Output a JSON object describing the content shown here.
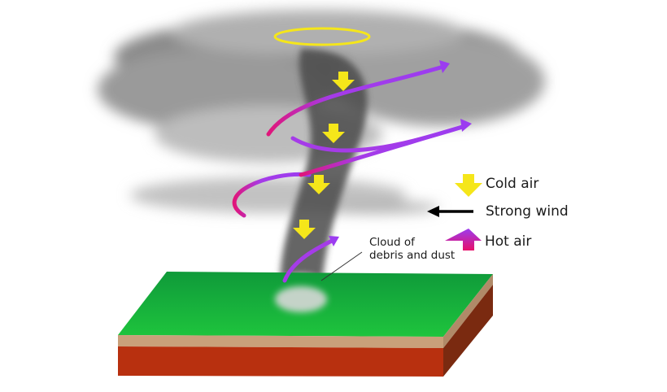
{
  "legend": {
    "cold_air": "Cold air",
    "strong_wind": "Strong wind",
    "hot_air": "Hot air"
  },
  "annotation": {
    "line1": "Cloud of",
    "line2": "debris and dust"
  },
  "colors": {
    "cold_air": "#f5e61a",
    "strong_wind": "#000000",
    "hot_air_top": "#9b3cf0",
    "hot_air_bottom": "#e8106a",
    "ground_top": "#12b33c",
    "ground_mid": "#c9a07a",
    "ground_bottom": "#b8300f"
  }
}
